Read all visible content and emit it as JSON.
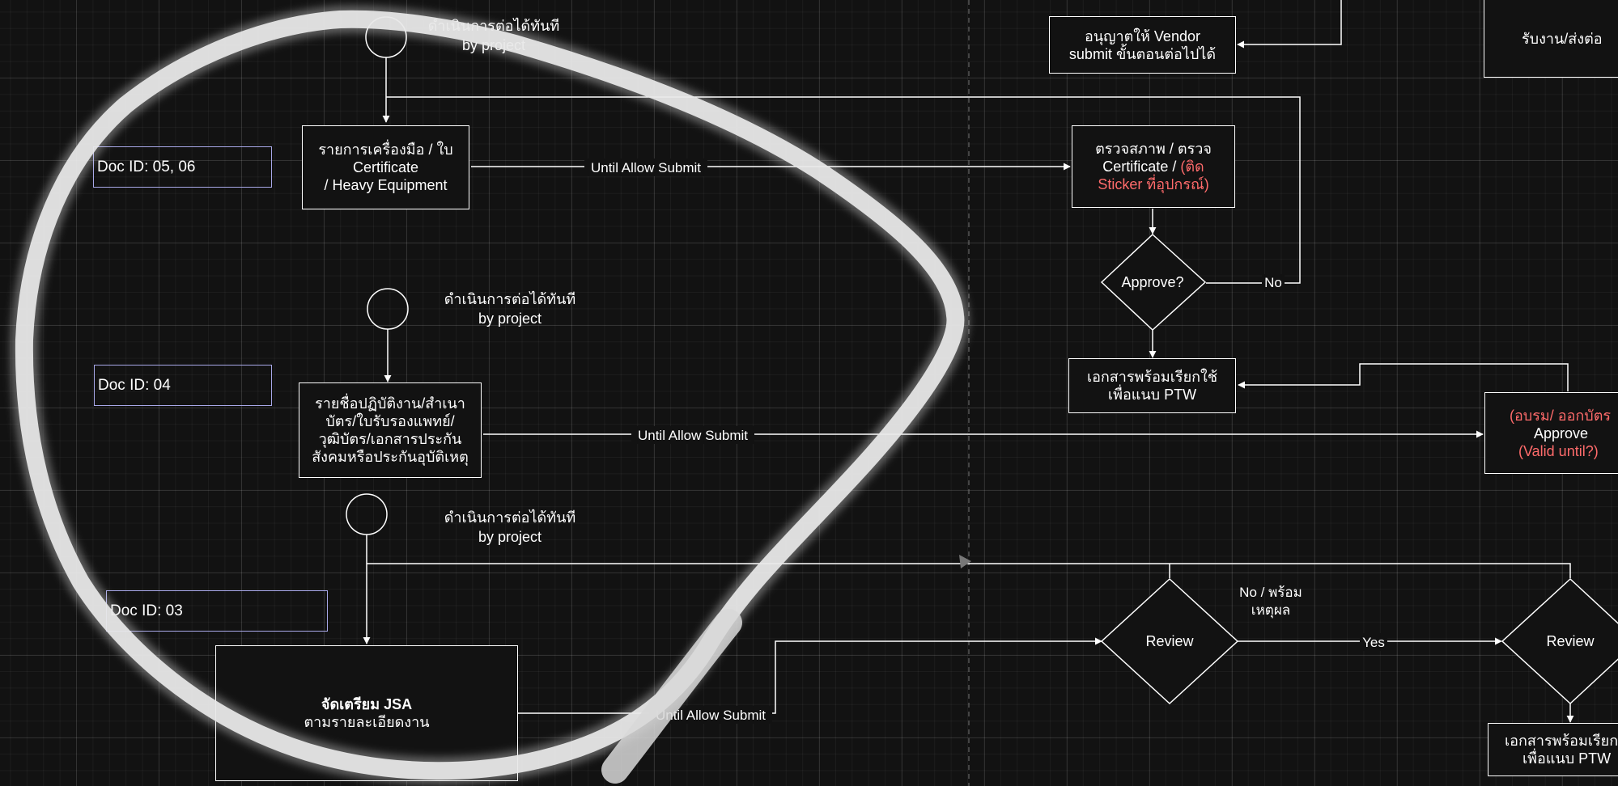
{
  "colors": {
    "background": "#121212",
    "line": "#ffffff",
    "doc_border": "#a8a8e8",
    "highlight_text": "#ff6b6b",
    "scribble": "#e8e8e8"
  },
  "start_notes": [
    {
      "line1": "ดำเนินการต่อได้ทันที",
      "line2": "by project"
    },
    {
      "line1": "ดำเนินการต่อได้ทันที",
      "line2": "by project"
    },
    {
      "line1": "ดำเนินการต่อได้ทันที",
      "line2": "by project"
    }
  ],
  "doc_ids": [
    "Doc ID: 05, 06",
    "Doc ID: 04",
    "Doc ID: 03"
  ],
  "tools_box": {
    "line1": "รายการเครื่องมือ / ใบ",
    "line2": "Certificate",
    "line3": "/ Heavy Equipment"
  },
  "worker_box": {
    "line1": "รายชื่อปฏิบัติงาน/สำเนา",
    "line2": "บัตร/ใบรับรองแพทย์/",
    "line3": "วุฒิบัตร/เอกสารประกัน",
    "line4": "สังคมหรือประกันอุบัติเหตุ"
  },
  "jsa_box": {
    "title": "จัดเตรียม JSA",
    "subtitle": "ตามรายละเอียดงาน"
  },
  "edge_labels": {
    "until_allow_submit": "Until Allow Submit",
    "no": "No",
    "yes": "Yes",
    "no_ready_line1": "No / พร้อม",
    "no_ready_line2": "เหตุผล"
  },
  "vendor_box": {
    "line1": "อนุญาตให้ Vendor",
    "line2": "submit ขั้นตอนต่อไปได้"
  },
  "receive_box": {
    "label": "รับงาน/ส่งต่อ"
  },
  "inspect_box": {
    "line1": "ตรวจสภาพ / ตรวจ",
    "line2a": "Certificate / ",
    "line2b": "(ติด",
    "line3": "Sticker ที่อุปกรณ์)"
  },
  "approve_decision": {
    "label": "Approve?"
  },
  "ready_doc_box": {
    "line1": "เอกสารพร้อมเรียกใช้",
    "line2": "เพื่อแนบ PTW"
  },
  "training_box": {
    "line1": "(อบรม/ ออกบัตร",
    "line2": "Approve",
    "line3": "(Valid until?)"
  },
  "review_1": {
    "label": "Review"
  },
  "review_2": {
    "label": "Review"
  },
  "ready_doc_box_2": {
    "line1": "เอกสารพร้อมเรียก",
    "line2": "เพื่อแนบ PTW"
  }
}
